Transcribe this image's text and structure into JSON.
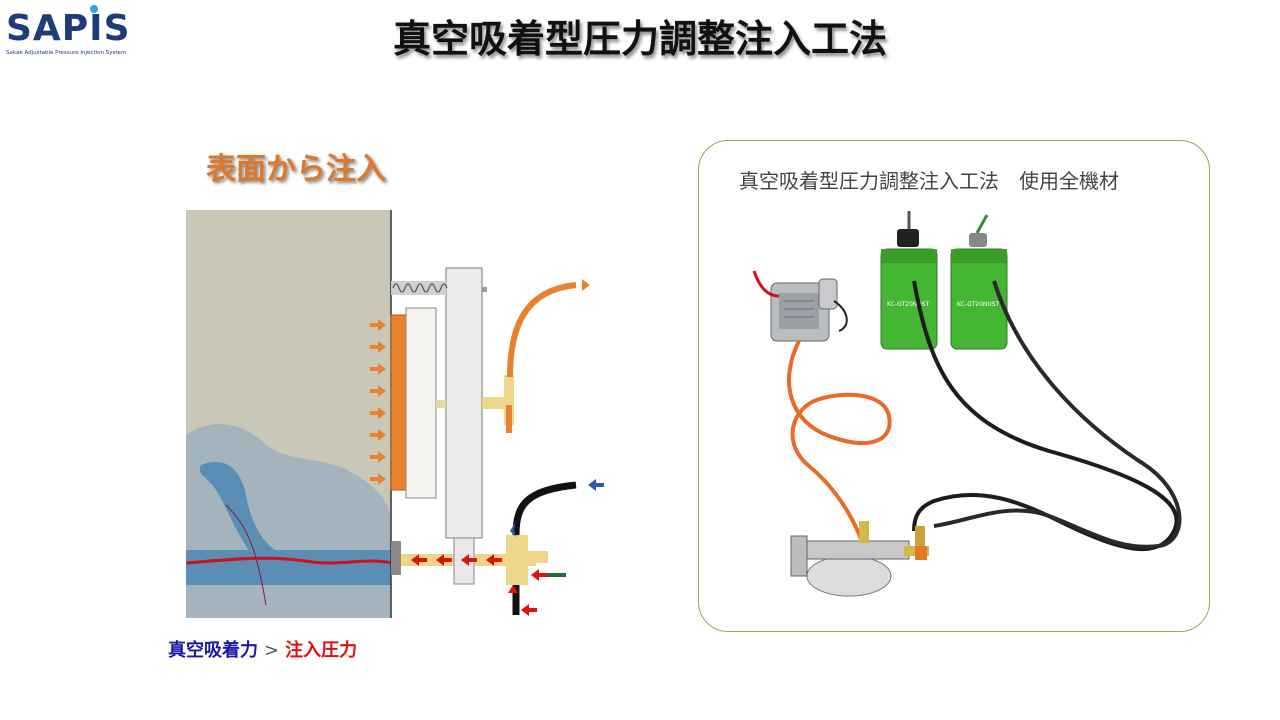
{
  "logo": {
    "text": "SAPIS",
    "subtitle": "Sakae Adjustable Pressure Injection System"
  },
  "title": "真空吸着型圧力調整注入工法",
  "left": {
    "section_title": "表面から注入",
    "caption_a": "真空吸着力",
    "caption_gt": ">",
    "caption_b": "注入圧力"
  },
  "panel": {
    "title": "真空吸着型圧力調整注入工法　使用全機材",
    "tank_label": "KC-GT20NUST"
  },
  "colors": {
    "accent_orange": "#e0782b",
    "red": "#e01010",
    "blue": "#1a1aa6",
    "panel_border": "#8faa5c"
  }
}
